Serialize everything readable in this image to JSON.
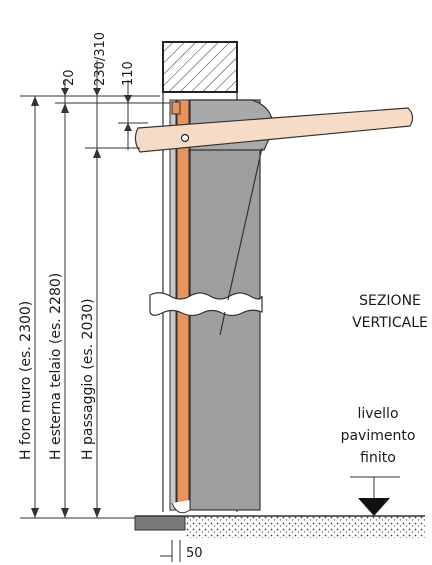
{
  "dimensions": {
    "top_20": "20",
    "top_230_310": "230/310",
    "top_110": "110",
    "bottom_50": "50",
    "h_foro_muro": "H foro muro (es. 2300)",
    "h_esterna_telaio": "H esterna telaio (es. 2280)",
    "h_passaggio": "H passaggio (es. 2030)"
  },
  "section_title": {
    "line1": "SEZIONE",
    "line2": "VERTICALE"
  },
  "floor_label": {
    "line1": "livello",
    "line2": "pavimento",
    "line3": "finito"
  },
  "colors": {
    "door_panel": "#e8925c",
    "cabinet": "#9e9e9e",
    "arm": "#f6dcc6",
    "floor": "#7a7a7a"
  }
}
